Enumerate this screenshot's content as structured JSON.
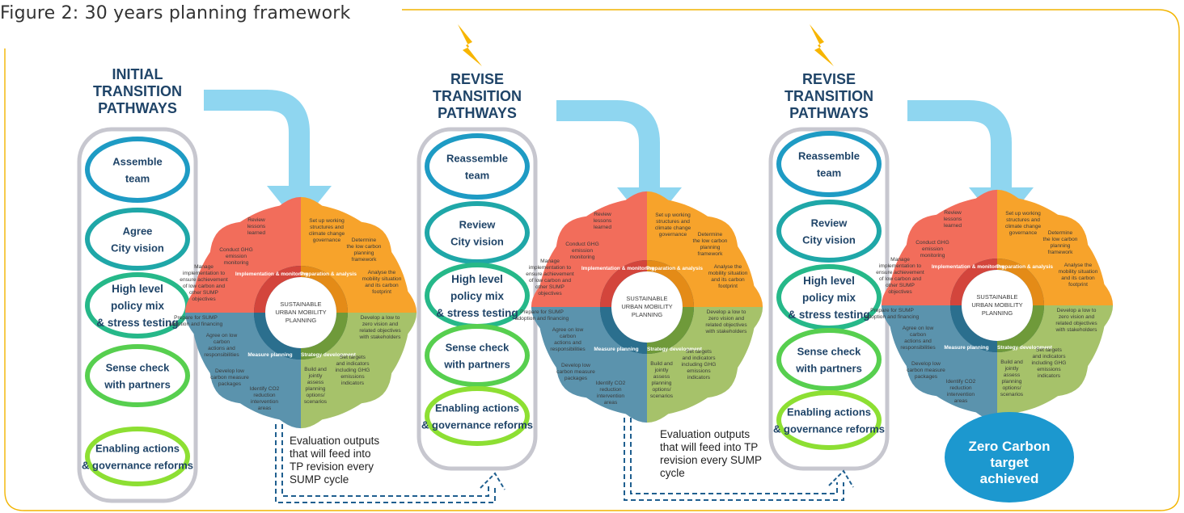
{
  "figure_title": "Figure 2: 30 years planning framework",
  "colors": {
    "frame": "#f2b400",
    "arrow": "#8fd6f0",
    "lightning": "#f7b500",
    "column_border": "#c7c7cf",
    "ring_teal_dark": "#1e9bc4",
    "ring_teal": "#1fa7a8",
    "ring_green": "#26b889",
    "ring_light_green": "#57cf4f",
    "ring_lime": "#8ddf33",
    "wheel_red": "#f26d5b",
    "wheel_orange": "#f7a32b",
    "wheel_blue": "#5b93ad",
    "wheel_olive": "#a6c26a",
    "target_fill": "#1c98cf"
  },
  "icons": [
    "lightning-bolt-icon",
    "curved-arrow-icon",
    "dashed-return-arrow-icon"
  ],
  "columns": [
    {
      "heading": [
        "INITIAL",
        "TRANSITION",
        "PATHWAYS"
      ],
      "steps": [
        [
          "Assemble",
          "team"
        ],
        [
          "Agree",
          "City vision"
        ],
        [
          "High level",
          "policy mix",
          "& stress testing"
        ],
        [
          "Sense check",
          "with partners"
        ],
        [
          "Enabling actions",
          "& governance reforms"
        ]
      ]
    },
    {
      "heading": [
        "REVISE",
        "TRANSITION",
        "PATHWAYS"
      ],
      "steps": [
        [
          "Reassemble",
          "team"
        ],
        [
          "Review",
          "City vision"
        ],
        [
          "High level",
          "policy mix",
          "& stress testing"
        ],
        [
          "Sense check",
          "with partners"
        ],
        [
          "Enabling actions",
          "& governance reforms"
        ]
      ]
    },
    {
      "heading": [
        "REVISE",
        "TRANSITION",
        "PATHWAYS"
      ],
      "steps": [
        [
          "Reassemble",
          "team"
        ],
        [
          "Review",
          "City vision"
        ],
        [
          "High level",
          "policy mix",
          "& stress testing"
        ],
        [
          "Sense check",
          "with partners"
        ],
        [
          "Enabling actions",
          "& governance reforms"
        ]
      ]
    }
  ],
  "wheel": {
    "center": [
      "SUSTAINABLE",
      "URBAN MOBILITY",
      "PLANNING"
    ],
    "phases": [
      "Preparation & analysis",
      "Strategy development",
      "Measure planning",
      "Implementation & monitoring"
    ],
    "red_tasks": [
      [
        "Review",
        "lessons",
        "learned"
      ],
      [
        "Conduct GHG",
        "emission",
        "monitoring"
      ],
      [
        "Manage",
        "implementation to",
        "ensure achievement",
        "of low carbon and",
        "other SUMP",
        "objectives"
      ]
    ],
    "orange_tasks": [
      [
        "Set up working",
        "structures and",
        "climate change",
        "governance"
      ],
      [
        "Determine",
        "the low carbon",
        "planning",
        "framework"
      ],
      [
        "Analyse the",
        "mobility situation",
        "and its carbon",
        "footprint"
      ]
    ],
    "olive_tasks": [
      [
        "Develop a low to",
        "zero vision and",
        "related objectives",
        "with stakeholders"
      ],
      [
        "Set targets",
        "and indicators",
        "including GHG",
        "emissions",
        "indicators"
      ],
      [
        "Build and",
        "jointly",
        "assess",
        "planning",
        "options/",
        "scenarios"
      ]
    ],
    "blue_tasks": [
      [
        "Prepare for SUMP",
        "adoption and financing"
      ],
      [
        "Agree on low",
        "carbon",
        "actions and",
        "responsibilities"
      ],
      [
        "Develop low",
        "carbon measure",
        "packages"
      ],
      [
        "Identify CO2",
        "reduction",
        "intervention",
        "areas"
      ]
    ]
  },
  "evaluation_notes": [
    [
      "Evaluation outputs",
      "that will feed into",
      "TP revision every",
      "SUMP cycle"
    ],
    [
      "Evaluation outputs",
      "that will feed into TP",
      "revision every SUMP",
      "cycle"
    ]
  ],
  "final_target": [
    "Zero Carbon",
    "target",
    "achieved"
  ]
}
